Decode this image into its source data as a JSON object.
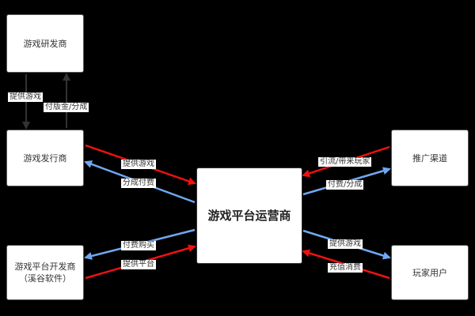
{
  "nodes": {
    "developer": "游戏研发商",
    "publisher": "游戏发行商",
    "platform_developer_line1": "游戏平台开发商",
    "platform_developer_line2": "（溪谷软件）",
    "operator": "游戏平台运营商",
    "promotion": "推广渠道",
    "players": "玩家用户"
  },
  "edges": {
    "provide_game_down": "提供游戏",
    "royalty_share": "付版金/分成",
    "publisher_provide_game": "提供游戏",
    "publisher_revenue_share": "分成付费",
    "pay_purchase": "付费购买",
    "provide_platform": "提供平台",
    "traffic_players": "引流/带来玩家",
    "pay_share": "付费/分成",
    "operator_provide_game": "提供游戏",
    "recharge": "充值消费"
  },
  "colors": {
    "red_arrow": "#ee1111",
    "blue_arrow": "#6fa8f0",
    "dark_arrow": "#333333",
    "background": "#000000"
  }
}
